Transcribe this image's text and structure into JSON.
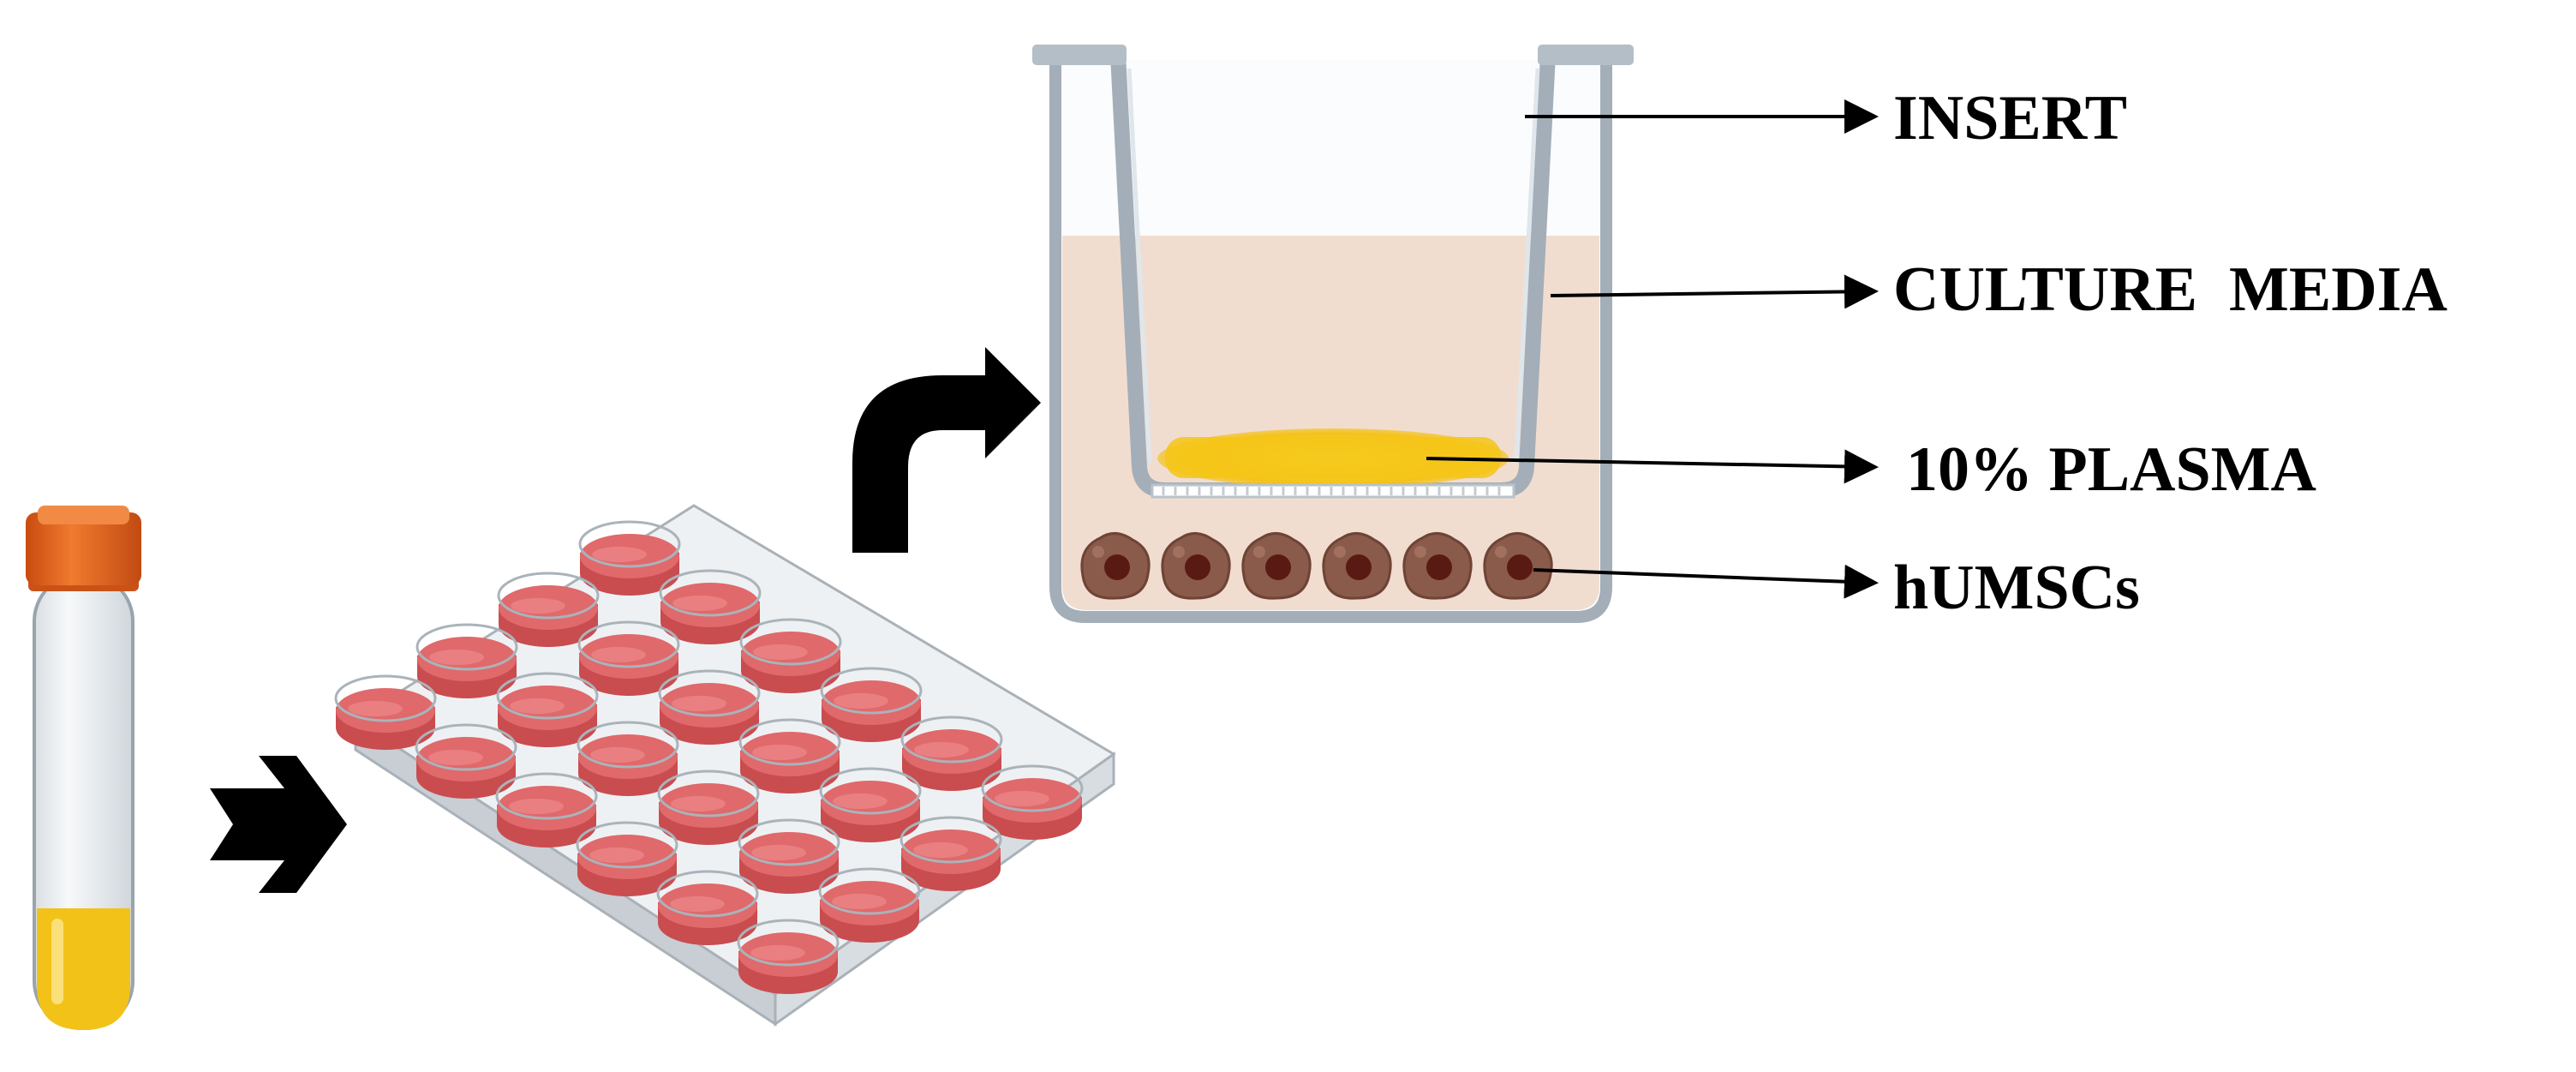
{
  "labels": {
    "insert": "INSERT",
    "culture_media": "CULTURE  MEDIA",
    "plasma": "10% PLASMA",
    "cells": "hUMSCs"
  },
  "colors": {
    "tube_cap": "#e8601c",
    "plasma_fluid": "#f3c218",
    "well_media": "#e0696b",
    "culture_media": "#f1ddd0",
    "cell_body": "#8a5a4a",
    "cell_nucleus": "#5a1a14",
    "arrow": "#000000"
  },
  "plate": {
    "rows": 4,
    "columns": 6
  },
  "cell_count": 6
}
